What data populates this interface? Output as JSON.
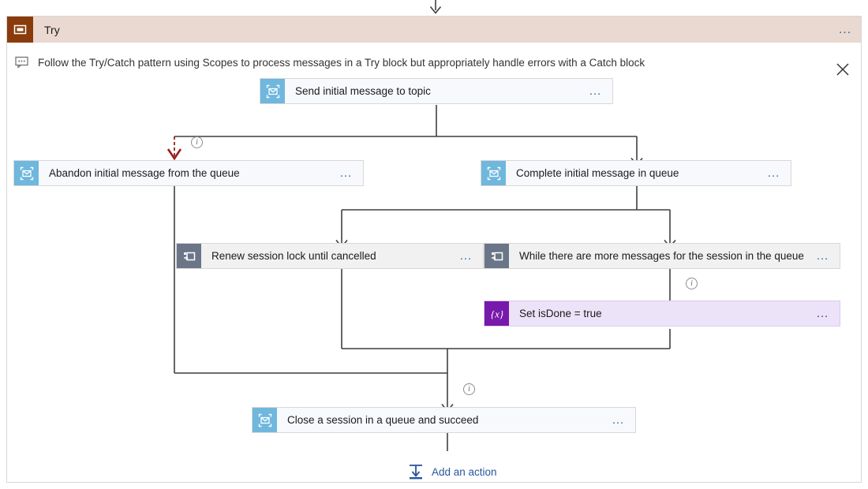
{
  "colors": {
    "scope_header_bg": "#ead9d0",
    "scope_icon_bg": "#8a3b0b",
    "servicebus_tile": "#6fb7dd",
    "loop_tile": "#6a7588",
    "variable_tile": "#7719aa",
    "variable_card_bg": "#ece3f8",
    "connector": "#3f3f3f",
    "error_connector": "#9c1f1f",
    "link_blue": "#29569c"
  },
  "scope": {
    "title": "Try",
    "icon": "scope-icon",
    "menu_label": "…",
    "close_label": "✕"
  },
  "comment": {
    "icon": "comment-icon",
    "text": "Follow the Try/Catch pattern using Scopes to process messages in a Try block but appropriately handle errors with a Catch block"
  },
  "actions": [
    {
      "id": "send-initial-message-to-topic",
      "label": "Send initial message to topic",
      "icon": "service-bus-icon",
      "type": "servicebus",
      "menu_label": "…"
    },
    {
      "id": "abandon-initial-message-from-the-queue",
      "label": "Abandon initial message from the queue",
      "icon": "service-bus-icon",
      "type": "servicebus",
      "menu_label": "…"
    },
    {
      "id": "complete-initial-message-in-queue",
      "label": "Complete initial message in queue",
      "icon": "service-bus-icon",
      "type": "servicebus",
      "menu_label": "…"
    },
    {
      "id": "renew-session-lock-until-cancelled",
      "label": "Renew session lock until cancelled",
      "icon": "until-loop-icon",
      "type": "loop",
      "menu_label": "…"
    },
    {
      "id": "while-there-are-more-messages-for-the-session-in-the-queue",
      "label": "While there are more messages for the session in the queue",
      "icon": "until-loop-icon",
      "type": "loop",
      "menu_label": "…"
    },
    {
      "id": "set-isdone-true",
      "label": "Set isDone = true",
      "icon": "variable-icon",
      "type": "variable",
      "menu_label": "…"
    },
    {
      "id": "close-a-session-in-a-queue-and-succeed",
      "label": "Close a session in a queue and succeed",
      "icon": "service-bus-icon",
      "type": "servicebus",
      "menu_label": "…"
    }
  ],
  "info_badges": [
    {
      "id": "info-abandon-branch",
      "glyph": "i"
    },
    {
      "id": "info-set-isdone-branch",
      "glyph": "i"
    },
    {
      "id": "info-close-session-branch",
      "glyph": "i"
    }
  ],
  "add_action": {
    "label": "Add an action",
    "icon": "add-action-icon"
  }
}
